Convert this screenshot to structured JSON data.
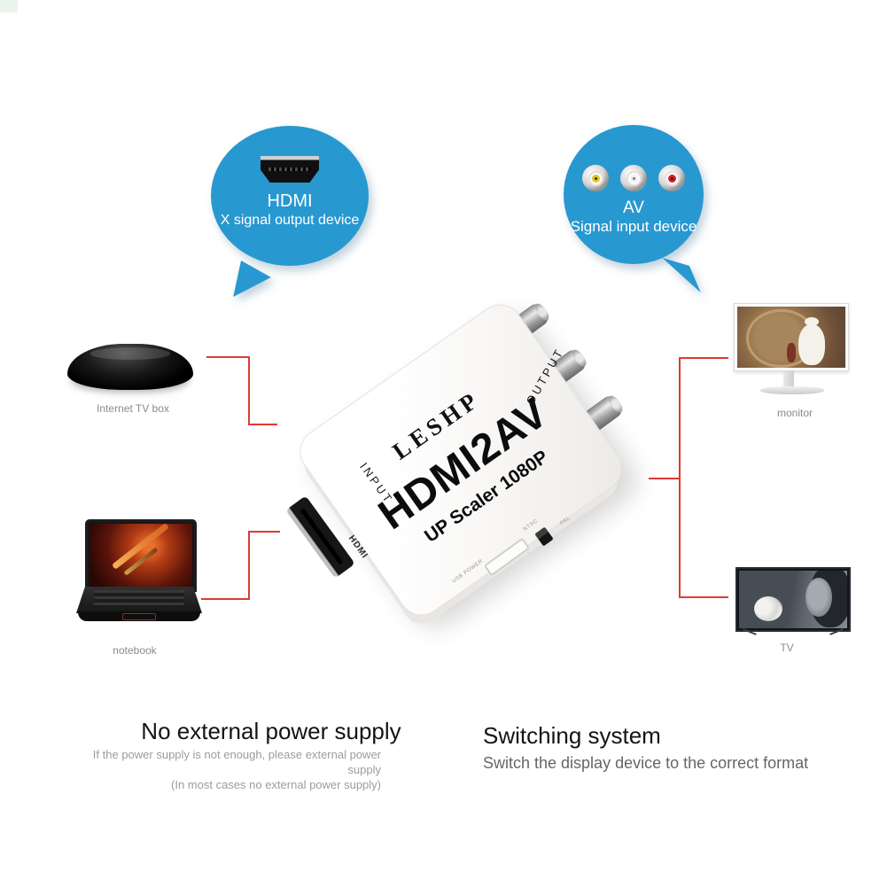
{
  "bubble_left": {
    "title": "HDMI",
    "subtitle": "X signal output device"
  },
  "bubble_right": {
    "title": "AV",
    "subtitle": "Signal input device"
  },
  "devices": {
    "tv_box_label": "Internet TV box",
    "notebook_label": "notebook",
    "monitor_label": "monitor",
    "tv_label": "TV"
  },
  "converter": {
    "brand": "LESHP",
    "model": "HDMI2AV",
    "scaler": "UP Scaler 1080P",
    "output": "OUTPUT",
    "input": "INPUT",
    "hdmi": "HDMI",
    "usb": "USB POWER",
    "ntsc": "NTSC",
    "pal": "PAL"
  },
  "features": {
    "power_title": "No external power supply",
    "power_note1": "If the power supply is not enough, please external power supply",
    "power_note2": "(In most cases no external power supply)",
    "switch_title": "Switching system",
    "switch_note": "Switch the display device to the correct format"
  },
  "colors": {
    "bubble_blue": "#2898d0",
    "line_red": "#dd3b33",
    "label_gray": "#8a8a8a",
    "rca_yellow": "#e7c51f",
    "rca_white": "#f0f0f0",
    "rca_red": "#cf2028"
  }
}
